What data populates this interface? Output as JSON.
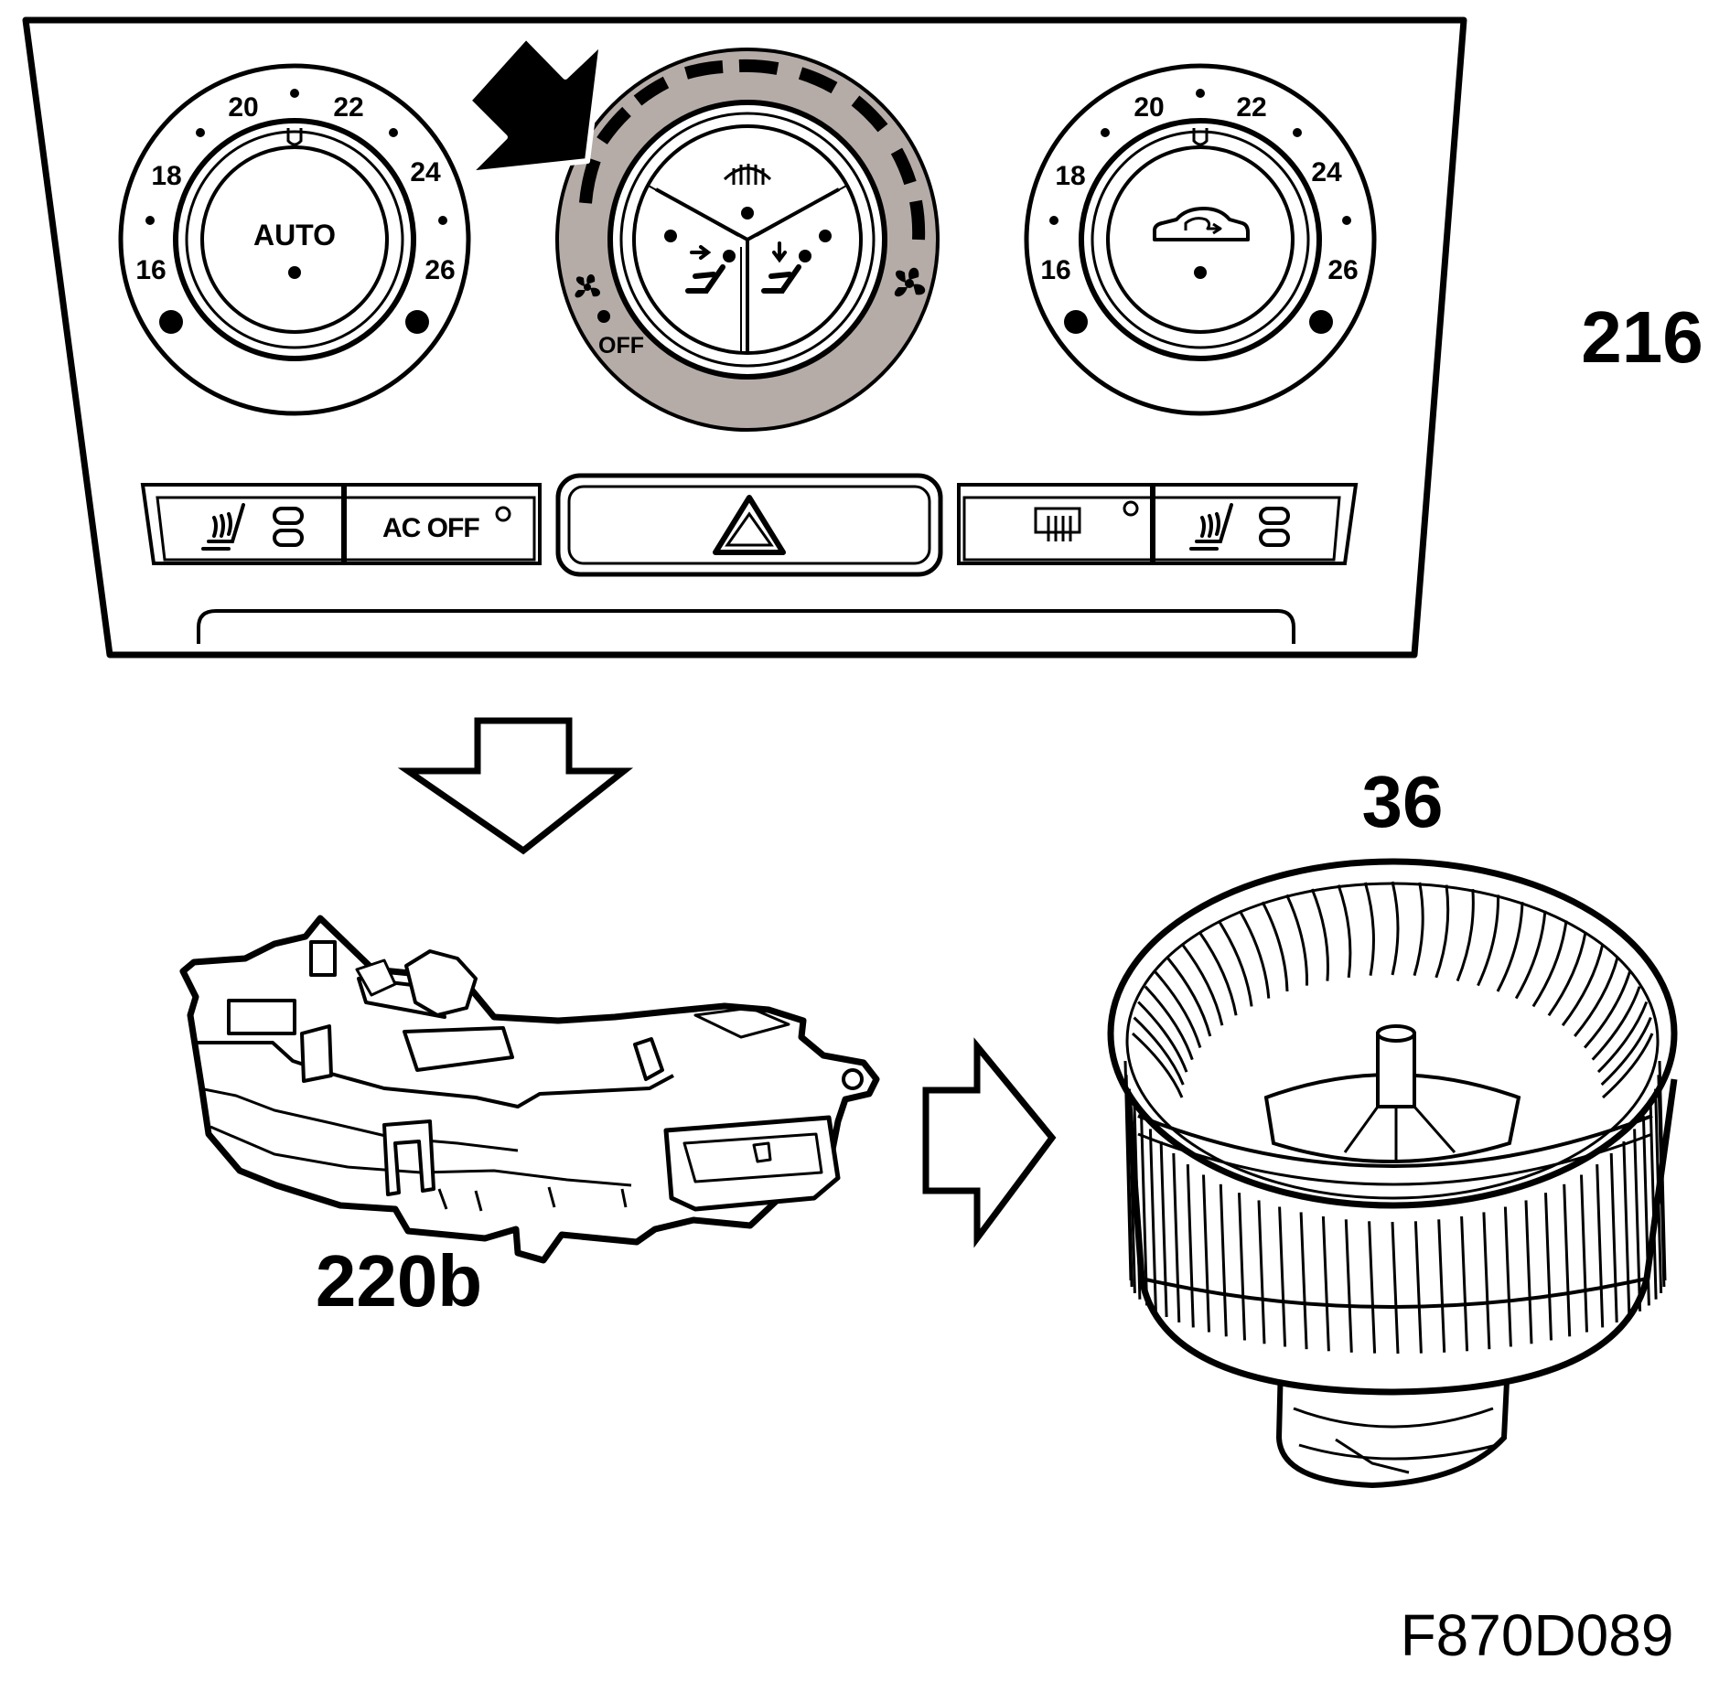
{
  "colors": {
    "ink": "#000000",
    "paper": "#ffffff",
    "fan_ring": "#b5aca7"
  },
  "panel": {
    "callout": "216",
    "left_dial": {
      "scale": [
        "16",
        "18",
        "20",
        "22",
        "24",
        "26"
      ],
      "center_label": "AUTO"
    },
    "fan_dial": {
      "off_label": "OFF",
      "icons": [
        "defrost-icon",
        "face-vent-icon",
        "floor-vent-icon",
        "fan-low-icon",
        "fan-high-icon"
      ]
    },
    "right_dial": {
      "scale": [
        "16",
        "18",
        "20",
        "22",
        "24",
        "26"
      ],
      "center_icon": "recirculation-car-icon"
    },
    "buttons": {
      "ac_off_label": "AC OFF",
      "icons": [
        "seat-heater-icon",
        "hazard-triangle-icon",
        "rear-defrost-icon",
        "seat-heater-icon"
      ]
    }
  },
  "components": {
    "control_module_label": "220b",
    "blower_motor_label": "36"
  },
  "figure_id": "F870D089"
}
